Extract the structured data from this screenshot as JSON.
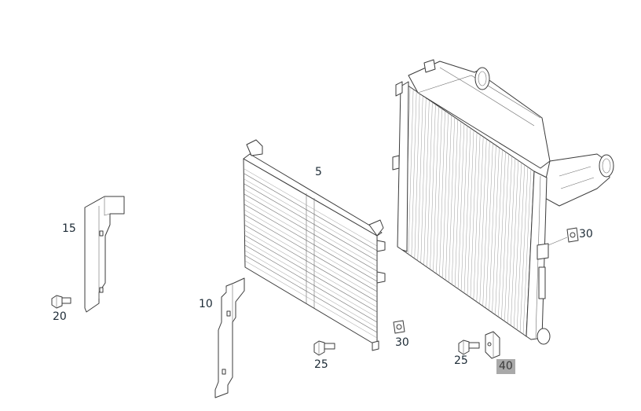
{
  "callouts": [
    {
      "label": "5",
      "status": "active"
    },
    {
      "label": "15",
      "status": "active"
    },
    {
      "label": "10",
      "status": "active"
    },
    {
      "label": "20",
      "status": "active"
    },
    {
      "label": "25",
      "status": "active"
    },
    {
      "label": "30",
      "status": "active"
    },
    {
      "label": "30",
      "status": "active"
    },
    {
      "label": "25",
      "status": "active"
    },
    {
      "label": "40",
      "status": "inactive"
    }
  ],
  "colors": {
    "callout_active": "#7ec3d6",
    "callout_inactive": "#a9a9a9",
    "line": "#3b3b3b"
  }
}
